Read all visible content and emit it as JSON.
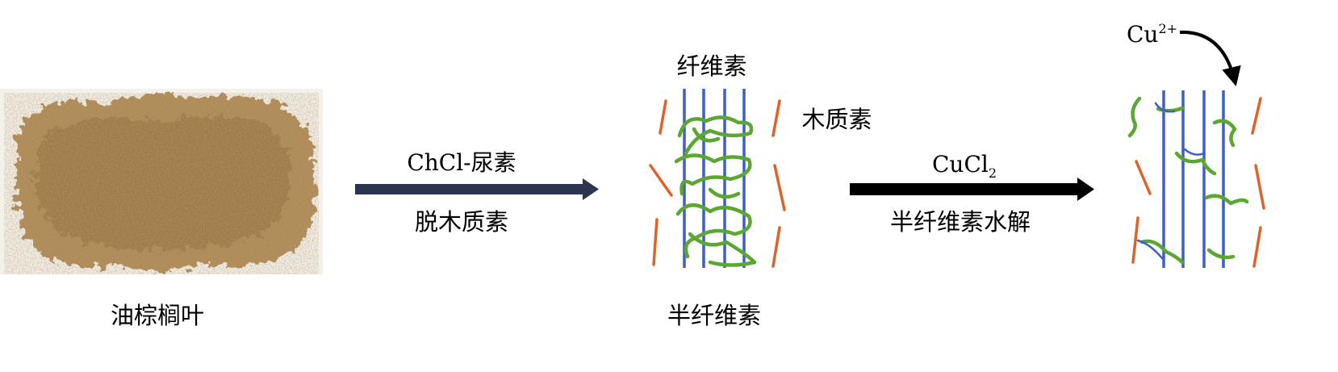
{
  "sample_label": "油棕榈叶",
  "step1": {
    "reagent": "ChCl-尿素",
    "process": "脱木质素"
  },
  "structure": {
    "cellulose": "纤维素",
    "lignin": "木质素",
    "hemicellulose": "半纤维素"
  },
  "step2": {
    "reagent_base": "CuCl",
    "reagent_sub": "2",
    "process": "半纤维素水解"
  },
  "ion": {
    "base": "Cu",
    "sup": "2+"
  },
  "colors": {
    "cellulose": "#3f5fc4",
    "hemicellulose": "#5aa832",
    "lignin": "#e0622a",
    "arrow_dark_blue": "#2a3550",
    "arrow_black": "#000000",
    "fiber_tan": "#b08a55"
  }
}
